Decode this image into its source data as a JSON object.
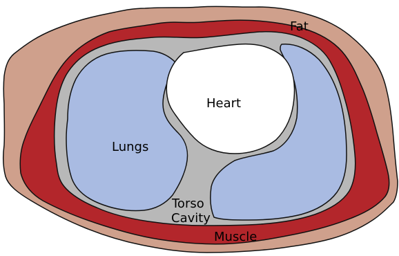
{
  "labels": {
    "fat": "Fat",
    "heart": "Heart",
    "lungs": "Lungs",
    "torso_line1": "Torso",
    "torso_line2": "Cavity",
    "muscle": "Muscle"
  },
  "colors": {
    "fat": "#cfa08c",
    "muscle": "#b3262b",
    "torso_cavity": "#b8b8b8",
    "lungs": "#a9bbe2",
    "heart": "#ffffff",
    "outline": "#111111"
  }
}
